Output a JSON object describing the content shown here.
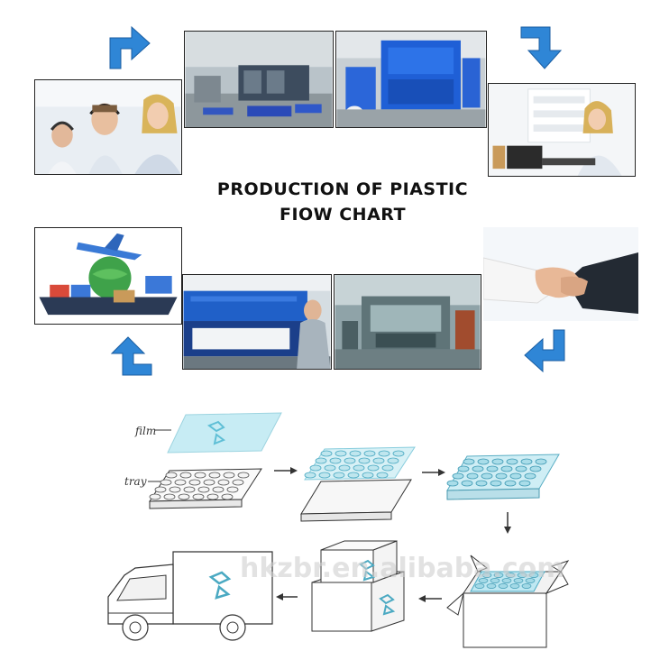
{
  "title": {
    "line1": "PRODUCTION OF PIASTIC",
    "line2": "FIOW CHART"
  },
  "photos": [
    {
      "name": "customer-service-team",
      "icon": "headset-team-photo"
    },
    {
      "name": "factory-floor",
      "icon": "factory-photo"
    },
    {
      "name": "thermoforming-machine",
      "icon": "machine-photo"
    },
    {
      "name": "office-operator",
      "icon": "headset-operator-photo"
    },
    {
      "name": "handshake",
      "icon": "handshake-photo"
    },
    {
      "name": "forming-workshop",
      "icon": "workshop-photo"
    },
    {
      "name": "cutting-press",
      "icon": "press-photo"
    },
    {
      "name": "global-shipping",
      "icon": "shipping-photo"
    }
  ],
  "sketch": {
    "film_label": "film",
    "tray_label": "tray",
    "watermark": "hkzbr.en.alibaba.com"
  },
  "colors": {
    "arrow_blue": "#2f86d6",
    "film_cyan": "#bfe9f2",
    "sketch_line": "#333333"
  }
}
